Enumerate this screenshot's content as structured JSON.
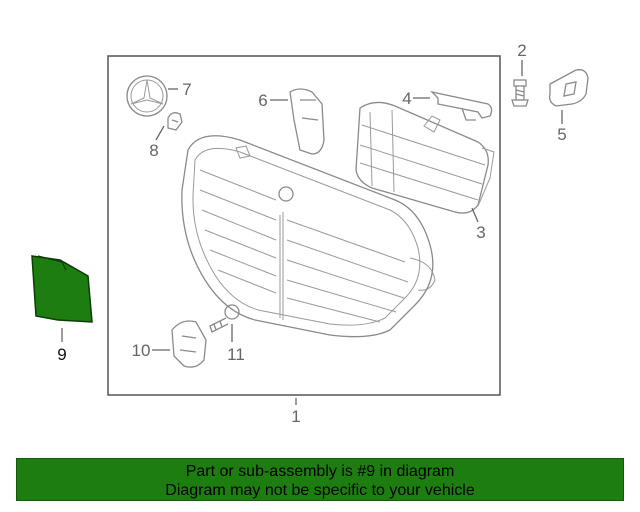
{
  "diagram": {
    "callouts": {
      "c1": "1",
      "c2": "2",
      "c3": "3",
      "c4": "4",
      "c5": "5",
      "c6": "6",
      "c7": "7",
      "c8": "8",
      "c9": "9",
      "c10": "10",
      "c11": "11"
    },
    "highlighted_part": "9",
    "highlight_color": "#1e7d10",
    "line_color": "#8a8a8a"
  },
  "banner": {
    "line1": "Part or sub-assembly is #9 in diagram",
    "line2": "Diagram may not be specific to your vehicle",
    "background": "#1e7d10"
  }
}
